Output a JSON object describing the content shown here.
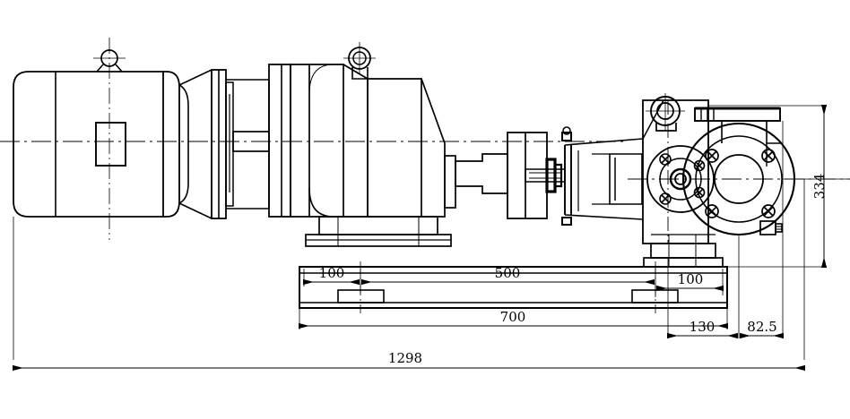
{
  "drawing": {
    "type": "mechanical-assembly-outline-drawing",
    "subject": "Gear-motor driven pump unit on baseplate",
    "units": "mm",
    "view": "side elevation"
  },
  "dimensions": {
    "overall_length": "1298",
    "baseplate_length": "700",
    "bolt_spacing_center": "500",
    "bolt_edge_left": "100",
    "bolt_edge_right": "100",
    "pump_offset": "130",
    "flange_face": "82.5",
    "centerline_height": "334"
  },
  "components": {
    "motor": "electric-motor",
    "motor_eyebolt": "lifting-eye",
    "motor_terminal_box": "terminal-box",
    "gearbox": "gear-reducer",
    "gearbox_eyebolt": "lifting-eye",
    "coupling": "shaft-coupling",
    "lantern_bracket": "lantern-bracket",
    "pump_head": "pump-casing",
    "suction_flange": "bolted-flange",
    "discharge_flange": "discharge-nozzle-flange",
    "baseplate": "baseplate",
    "pedestal": "gearbox-pedestal",
    "pump_foot": "pump-support-foot"
  },
  "colors": {
    "line": "#000000",
    "background": "#ffffff",
    "centerline": "#000000"
  }
}
